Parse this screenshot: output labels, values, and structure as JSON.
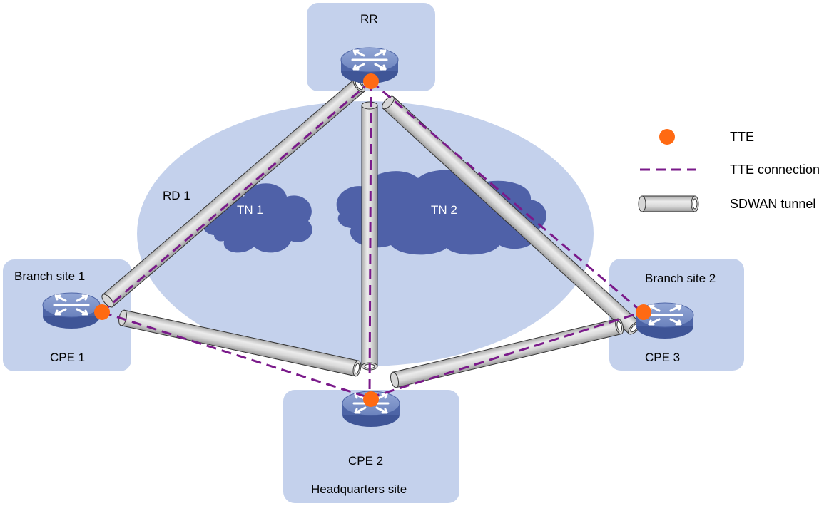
{
  "rr": {
    "title": "RR"
  },
  "domain": {
    "label": "RD 1"
  },
  "networks": [
    {
      "label": "TN 1"
    },
    {
      "label": "TN 2"
    }
  ],
  "sites": {
    "branch1": {
      "title": "Branch site 1",
      "device": "CPE 1"
    },
    "branch2": {
      "title": "Branch site 2",
      "device": "CPE 3"
    },
    "hq": {
      "title": "Headquarters site",
      "device": "CPE 2"
    }
  },
  "legend": {
    "tte": "TTE",
    "tte_connection": "TTE connection",
    "sdwan_tunnel": "SDWAN tunnel"
  },
  "colors": {
    "site_box": "#c4d1ec",
    "domain_ellipse": "#c4d1ec",
    "cloud": "#4f61a8",
    "tte_dot": "#ff6a13",
    "tte_connection": "#7a1a8a",
    "tunnel_fill": "#cfcfcf",
    "router_top": "#7a90c6",
    "router_side": "#4d64a6"
  }
}
